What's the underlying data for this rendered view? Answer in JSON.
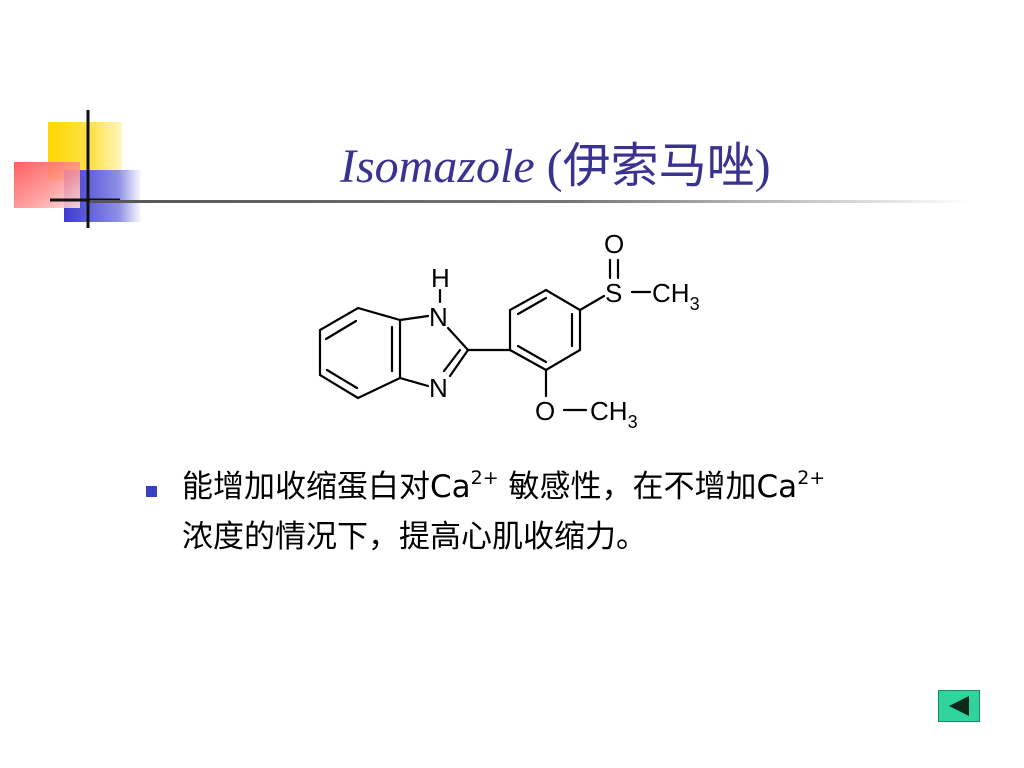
{
  "slide": {
    "title_en": "Isomazole",
    "title_cn": " (伊索马唑)",
    "structure": {
      "atom_h": "H",
      "atom_n_top": "N",
      "atom_n_bottom": "N",
      "atom_o_sulfinyl": "O",
      "atom_s": "S",
      "ch3_top": "CH",
      "ch3_top_sub": "3",
      "atom_o_methoxy": "O",
      "ch3_bottom": "CH",
      "ch3_bottom_sub": "3"
    },
    "bullet": {
      "part1": "能增加收缩蛋白对",
      "ca1": "Ca",
      "ca1_charge": "2+",
      "part2": " 敏感性，在不增加",
      "ca2": "Ca",
      "ca2_charge": "2+",
      "part3": "浓度的情况下，提高心肌收缩力。"
    },
    "colors": {
      "title": "#3a3291",
      "bullet": "#3b3fc2",
      "nav_button": "#2fd39c"
    },
    "nav": {
      "back_icon": "triangle-left-icon"
    }
  }
}
